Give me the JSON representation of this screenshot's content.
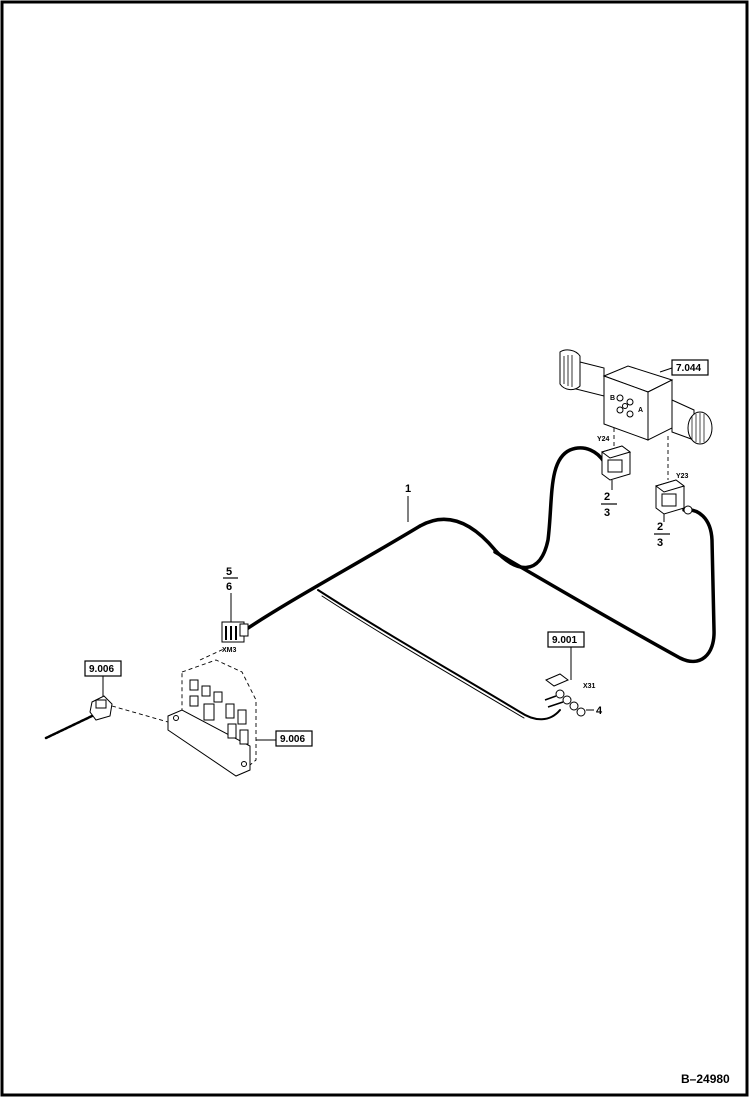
{
  "drawing_number": "B–24980",
  "callouts": {
    "harness_item": "1",
    "xm3_fraction_top": "5",
    "xm3_fraction_bottom": "6",
    "y24_fraction_top": "2",
    "y24_fraction_bottom": "3",
    "y23_fraction_top": "2",
    "y23_fraction_bottom": "3",
    "x31_item": "4"
  },
  "components": {
    "xm3": "XM3",
    "y24": "Y24",
    "y23": "Y23",
    "x31": "X31",
    "valve_port_b": "B",
    "valve_port_a": "A"
  },
  "references": {
    "valve": "7.044",
    "x31_connector": "9.001",
    "switch": "9.006",
    "panel": "9.006"
  }
}
